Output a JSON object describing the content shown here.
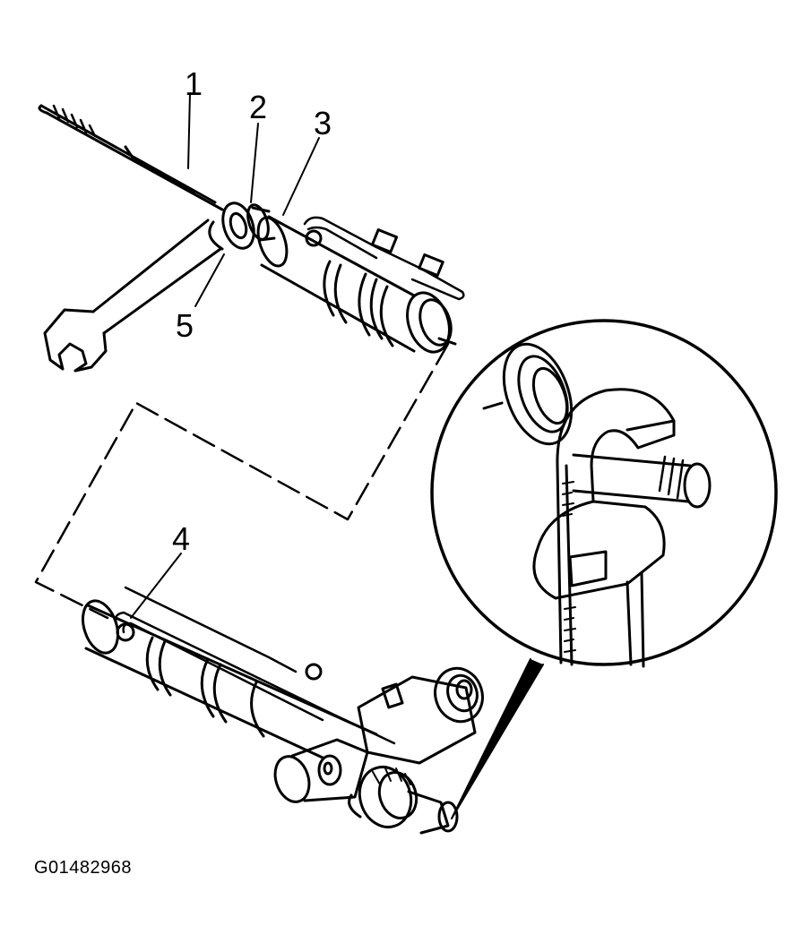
{
  "figure": {
    "id": "G01482968",
    "callouts": {
      "c1": "1",
      "c2": "2",
      "c3": "3",
      "c4": "4",
      "c5": "5"
    }
  },
  "colors": {
    "line": "#000000",
    "fill": "#ffffff"
  }
}
